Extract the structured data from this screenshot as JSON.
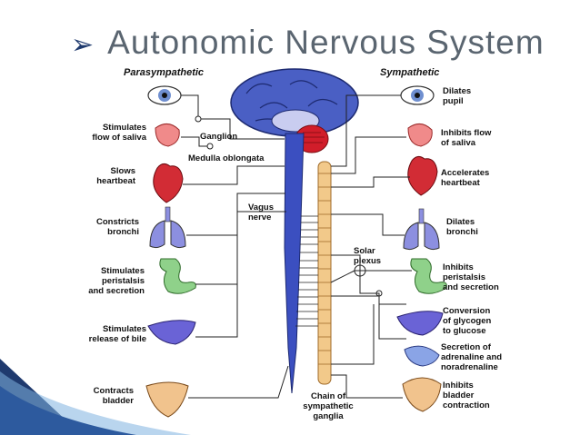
{
  "slide": {
    "bullet": "➢",
    "title": "Autonomic Nervous System"
  },
  "headers": {
    "parasympathetic": "Parasympathetic",
    "sympathetic": "Sympathetic"
  },
  "center_labels": {
    "ganglion": "Ganglion",
    "medulla": "Medulla oblongata",
    "vagus": "Vagus\nnerve",
    "solar_plexus": "Solar\nplexus",
    "chain": "Chain of\nsympathetic\nganglia"
  },
  "parasympathetic_effects": [
    "Stimulates\nflow of saliva",
    "Slows\nheartbeat",
    "Constricts\nbronchi",
    "Stimulates\nperistalsis\nand secretion",
    "Stimulates\nrelease of bile",
    "Contracts\nbladder"
  ],
  "sympathetic_effects": [
    "Dilates\npupil",
    "Inhibits flow\nof saliva",
    "Accelerates\nheartbeat",
    "Dilates\nbronchi",
    "Inhibits\nperistalsis\nand secretion",
    "Conversion\nof glycogen\nto glucose",
    "Secretion of\nadrenaline and\nnoradrenaline",
    "Inhibits\nbladder\ncontraction"
  ],
  "colors": {
    "title": "#5a6570",
    "bullet": "#1f3a6e",
    "brain": "#4a5fc4",
    "spinal_cord": "#3b4fc0",
    "cerebellum": "#d11d2a",
    "sympathetic_chain": "#f2c98a",
    "organ_red": "#d22c35",
    "organ_lavender": "#8c8fe0",
    "organ_green": "#8fd18a",
    "organ_tan": "#f1c38d",
    "nerve_line": "#222222",
    "swoosh_dark": "#1f3a6e",
    "swoosh_light": "#7fb2e0"
  }
}
